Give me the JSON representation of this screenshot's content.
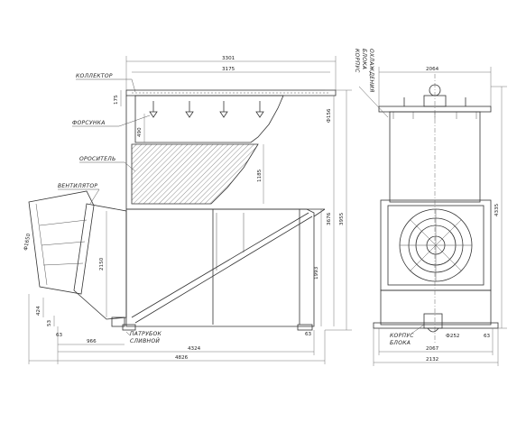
{
  "labels": {
    "collector": "КОЛЛЕКТОР",
    "nozzle": "ФОРСУНКА",
    "irrigator": "ОРОСИТЕЛЬ",
    "fan": "ВЕНТИЛЯТОР",
    "drain_pipe_1": "ПАТРУБОК",
    "drain_pipe_2": "СЛИВНОЙ",
    "cooling_housing_1": "КОРПУС",
    "cooling_housing_2": "БЛОКА",
    "cooling_housing_3": "ОХЛАЖДЕНИЯ",
    "block_housing_1": "КОРПУС",
    "block_housing_2": "БЛОКА"
  },
  "dimensions": {
    "d3301": "3301",
    "d3175": "3175",
    "d175": "175",
    "d490": "490",
    "d1185": "1185",
    "d2150": "2150",
    "d1650": "Ф1650",
    "d424": "424",
    "d53": "53",
    "d63a": "63",
    "d966": "966",
    "d4324": "4324",
    "d4826": "4826",
    "d63b": "63",
    "d1993": "1993",
    "d3676": "3676",
    "d3955": "3955",
    "d156": "Ф156",
    "d2064": "2064",
    "d4335": "4335",
    "d2067": "2067",
    "d2132": "2132",
    "d252": "Ф252",
    "d63c": "63"
  }
}
